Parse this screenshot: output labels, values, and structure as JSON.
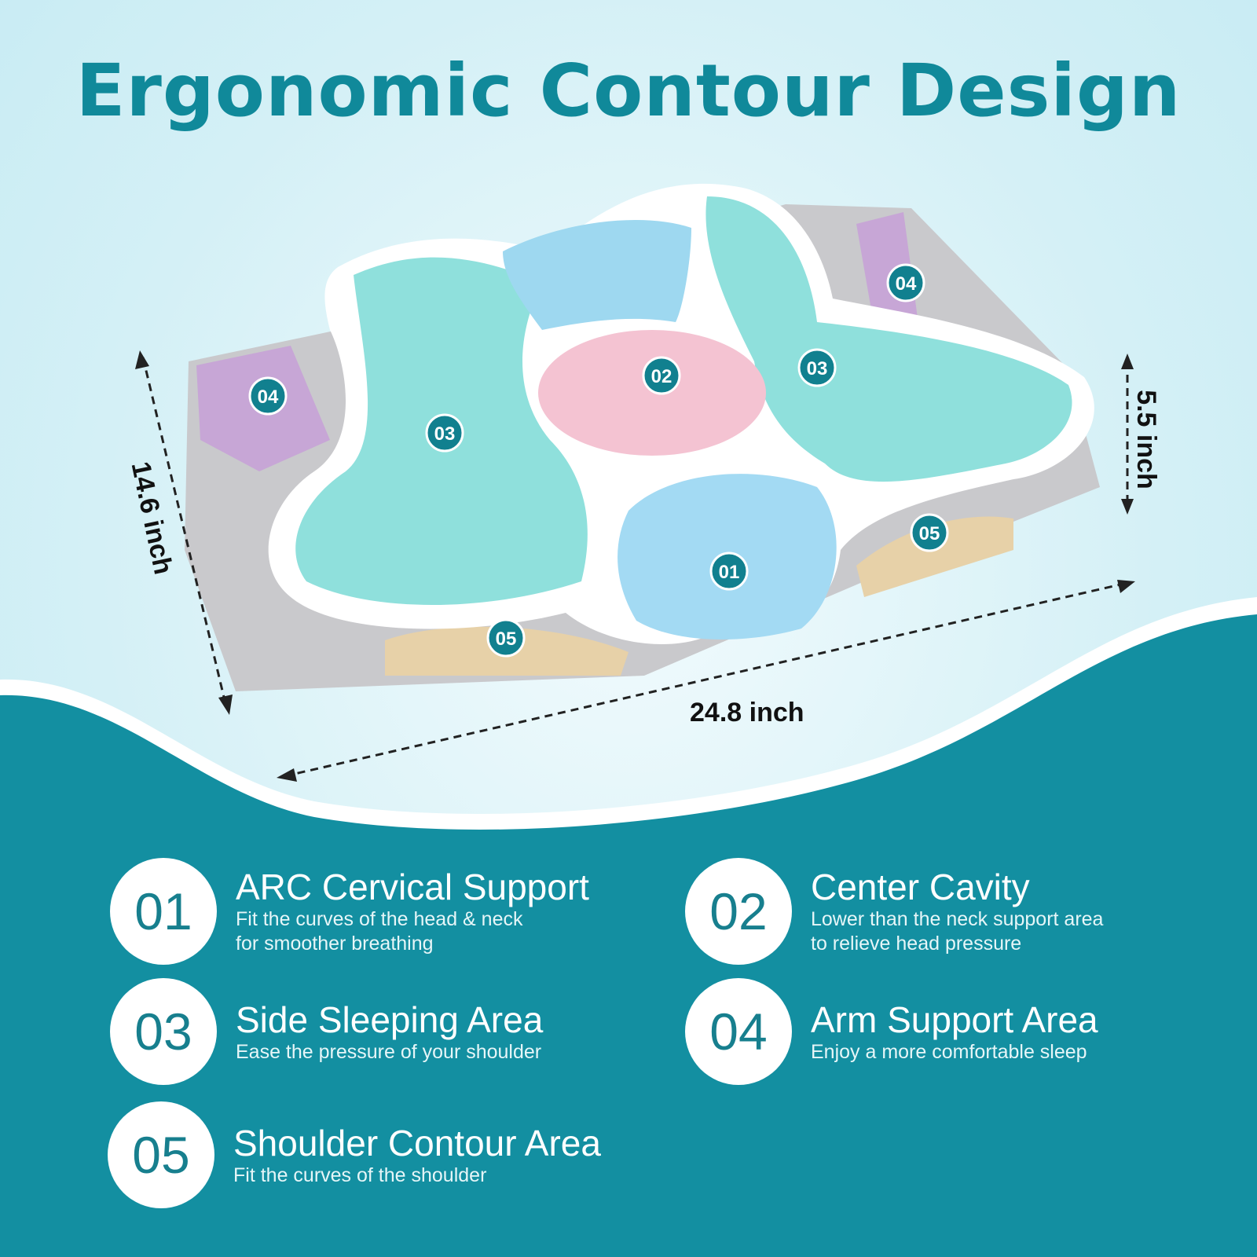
{
  "title": "Ergonomic Contour Design",
  "colors": {
    "accent": "#10899a",
    "panel": "#138fa1",
    "background": "#d4f0f6"
  },
  "dimensions": {
    "width": "14.6 inch",
    "height": "5.5 inch",
    "length": "24.8 inch"
  },
  "markers": [
    "01",
    "02",
    "03",
    "03",
    "04",
    "04",
    "05",
    "05"
  ],
  "features": [
    {
      "num": "01",
      "title": "ARC Cervical Support",
      "desc1": "Fit the curves of the head & neck",
      "desc2": "for smoother breathing"
    },
    {
      "num": "02",
      "title": "Center Cavity",
      "desc1": "Lower than the neck support area",
      "desc2": "to relieve head pressure"
    },
    {
      "num": "03",
      "title": "Side Sleeping Area",
      "desc1": "Ease the pressure of your shoulder",
      "desc2": ""
    },
    {
      "num": "04",
      "title": "Arm Support Area",
      "desc1": "Enjoy a more comfortable sleep",
      "desc2": ""
    },
    {
      "num": "05",
      "title": "Shoulder Contour Area",
      "desc1": "Fit the curves of the shoulder",
      "desc2": ""
    }
  ]
}
